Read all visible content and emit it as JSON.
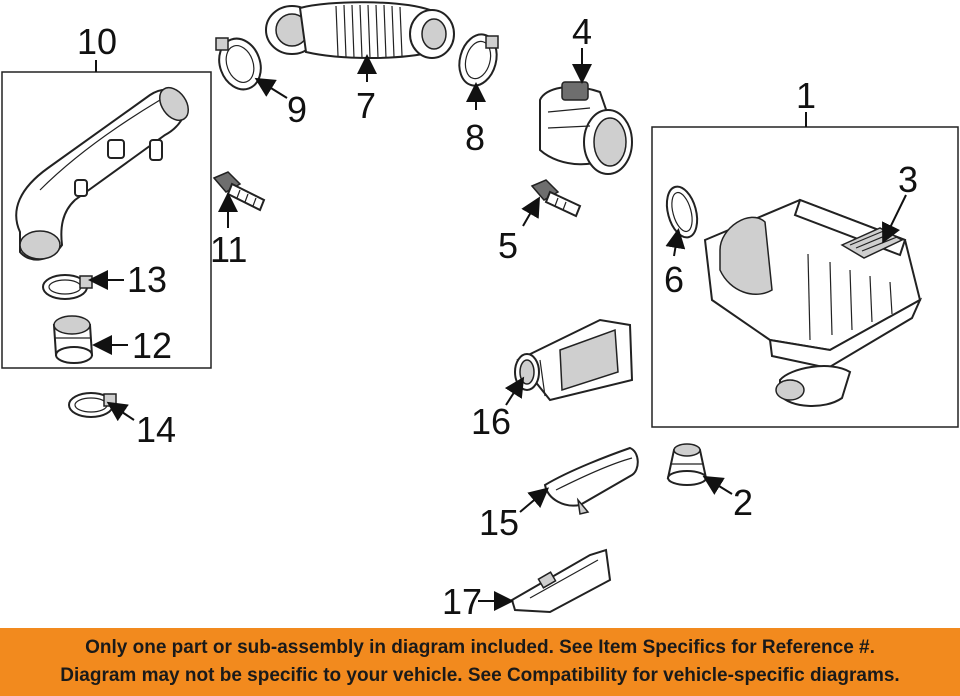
{
  "callouts": {
    "p1": "1",
    "p2": "2",
    "p3": "3",
    "p4": "4",
    "p5": "5",
    "p6": "6",
    "p7": "7",
    "p8": "8",
    "p9": "9",
    "p10": "10",
    "p11": "11",
    "p12": "12",
    "p13": "13",
    "p14": "14",
    "p15": "15",
    "p16": "16",
    "p17": "17"
  },
  "banner": {
    "line1": "Only one part or sub-assembly in diagram included. See Item Specifics for Reference #.",
    "line2": "Diagram may not be specific to your vehicle. See Compatibility for vehicle-specific diagrams."
  },
  "colors": {
    "banner_bg": "#f28a1e",
    "line": "#222222"
  }
}
